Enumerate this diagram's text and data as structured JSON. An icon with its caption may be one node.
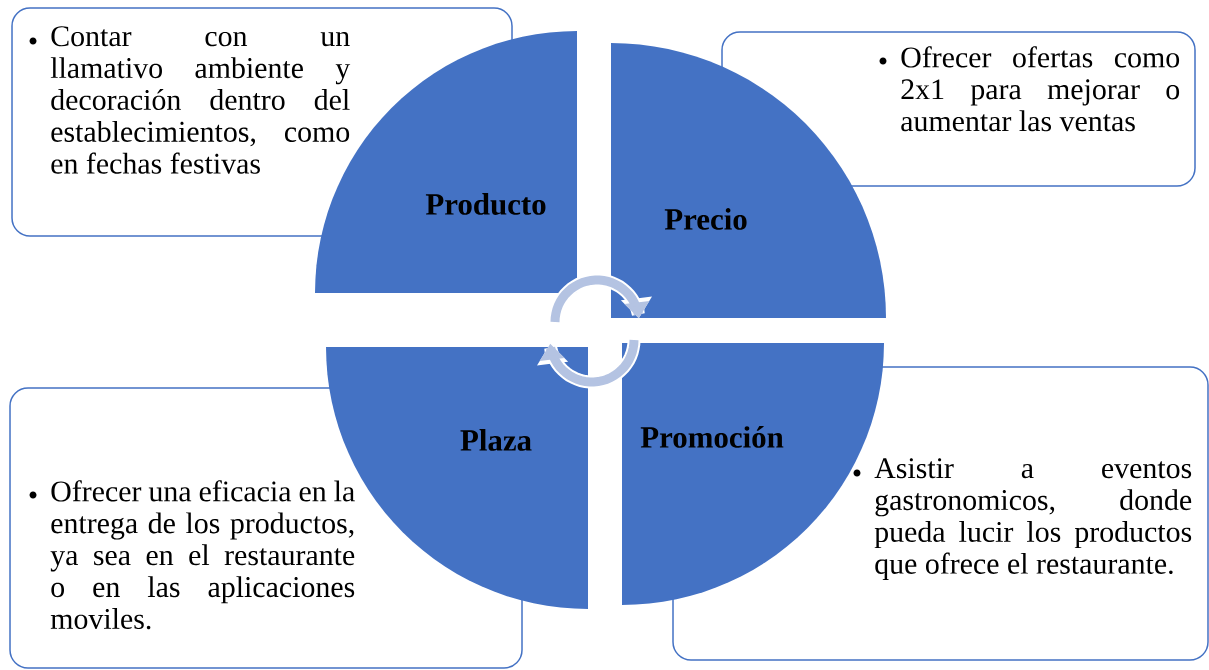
{
  "diagram": {
    "nodes": [
      {
        "text": [
          "Contar con un llamativo ambiente y decoración dentro del establecimientos, como en fechas festivas"
        ]
      },
      {
        "text": [
          "Producto"
        ]
      },
      {
        "text": [
          "Precio"
        ]
      },
      {
        "text": [
          "Ofrecer ofertas como 2x1 para mejorar o aumentar las ventas"
        ]
      },
      {
        "text": [
          "Plaza"
        ]
      },
      {
        "text": [
          "Promoción"
        ]
      },
      {
        "text": [
          "Ofrecer una eficacia en la entrega de los productos, ya sea en el restaurante o en las aplicaciones moviles."
        ]
      },
      {
        "text": [
          "Asistir a eventos gastronomicos, donde pueda lucir los productos que ofrece el restaurante."
        ]
      }
    ]
  }
}
